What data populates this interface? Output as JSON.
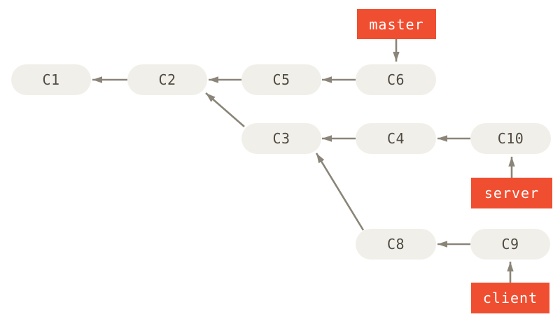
{
  "diagram": {
    "type": "git-commit-graph",
    "colors": {
      "background": "#ffffff",
      "node_fill": "#f1efe9",
      "node_text": "#4e4a41",
      "branch_fill": "#f04e30",
      "branch_text": "#ffffff",
      "arrow": "#8a8578"
    },
    "commits": {
      "c1": {
        "label": "C1"
      },
      "c2": {
        "label": "C2"
      },
      "c5": {
        "label": "C5"
      },
      "c6": {
        "label": "C6"
      },
      "c3": {
        "label": "C3"
      },
      "c4": {
        "label": "C4"
      },
      "c10": {
        "label": "C10"
      },
      "c8": {
        "label": "C8"
      },
      "c9": {
        "label": "C9"
      }
    },
    "branches": {
      "master": {
        "label": "master",
        "points_to": "C6",
        "arrow_direction": "down"
      },
      "server": {
        "label": "server",
        "points_to": "C10",
        "arrow_direction": "up"
      },
      "client": {
        "label": "client",
        "points_to": "C9",
        "arrow_direction": "up"
      }
    },
    "edges": [
      {
        "from": "C2",
        "to": "C1",
        "type": "parent"
      },
      {
        "from": "C5",
        "to": "C2",
        "type": "parent"
      },
      {
        "from": "C6",
        "to": "C5",
        "type": "parent"
      },
      {
        "from": "C3",
        "to": "C2",
        "type": "parent"
      },
      {
        "from": "C4",
        "to": "C3",
        "type": "parent"
      },
      {
        "from": "C10",
        "to": "C4",
        "type": "parent"
      },
      {
        "from": "C8",
        "to": "C3",
        "type": "parent"
      },
      {
        "from": "C9",
        "to": "C8",
        "type": "parent"
      },
      {
        "from": "master",
        "to": "C6",
        "type": "branch-pointer"
      },
      {
        "from": "server",
        "to": "C10",
        "type": "branch-pointer"
      },
      {
        "from": "client",
        "to": "C9",
        "type": "branch-pointer"
      }
    ]
  }
}
